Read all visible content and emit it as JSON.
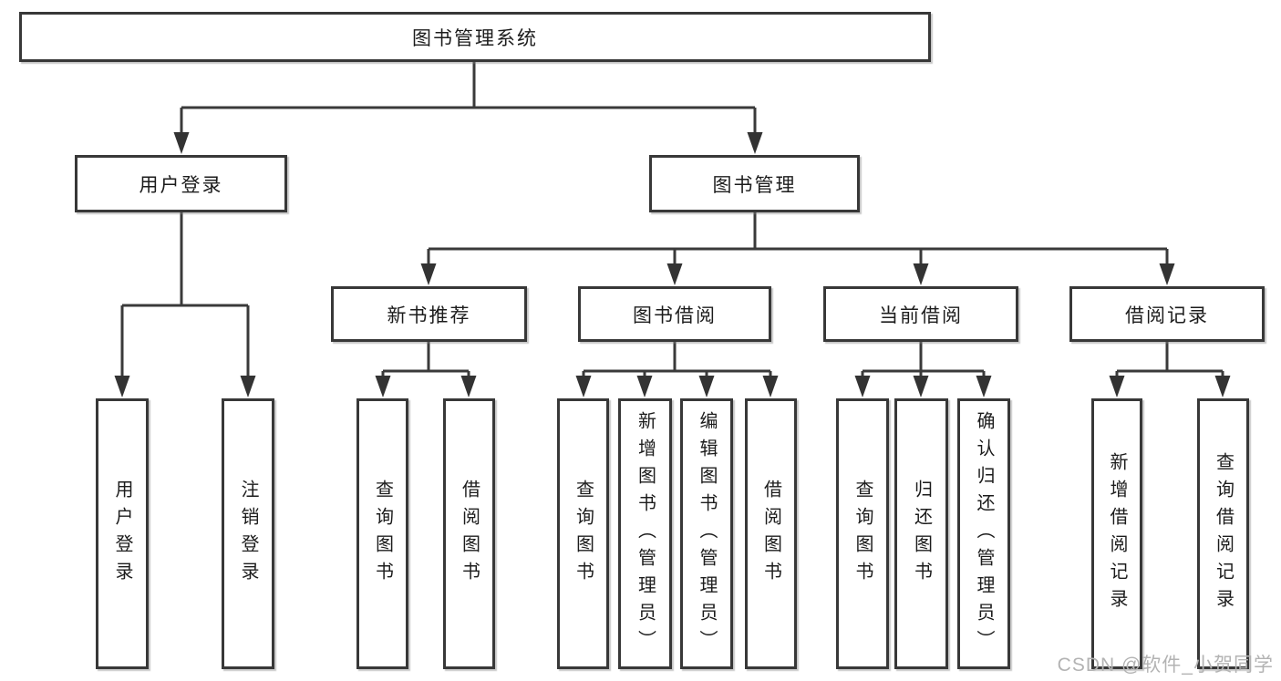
{
  "tree": {
    "label": "图书管理系统",
    "children": [
      {
        "label": "用户登录",
        "children": [
          {
            "label": "用户登录"
          },
          {
            "label": "注销登录"
          }
        ]
      },
      {
        "label": "图书管理",
        "children": [
          {
            "label": "新书推荐",
            "children": [
              {
                "label": "查询图书"
              },
              {
                "label": "借阅图书"
              }
            ]
          },
          {
            "label": "图书借阅",
            "children": [
              {
                "label": "查询图书"
              },
              {
                "label": "新增图书（管理员）"
              },
              {
                "label": "编辑图书（管理员）"
              },
              {
                "label": "借阅图书"
              }
            ]
          },
          {
            "label": "当前借阅",
            "children": [
              {
                "label": "查询图书"
              },
              {
                "label": "归还图书"
              },
              {
                "label": "确认归还（管理员）"
              }
            ]
          },
          {
            "label": "借阅记录",
            "children": [
              {
                "label": "新增借阅记录"
              },
              {
                "label": "查询借阅记录"
              }
            ]
          }
        ]
      }
    ]
  },
  "watermark": {
    "text": "CSDN @软件_小贺同学"
  },
  "colors": {
    "line": "#3a3a3a",
    "arrow": "#333333",
    "border": "#383838",
    "text": "#1c1c1c",
    "background": "#ffffff",
    "watermark": "#b3b3b3"
  }
}
